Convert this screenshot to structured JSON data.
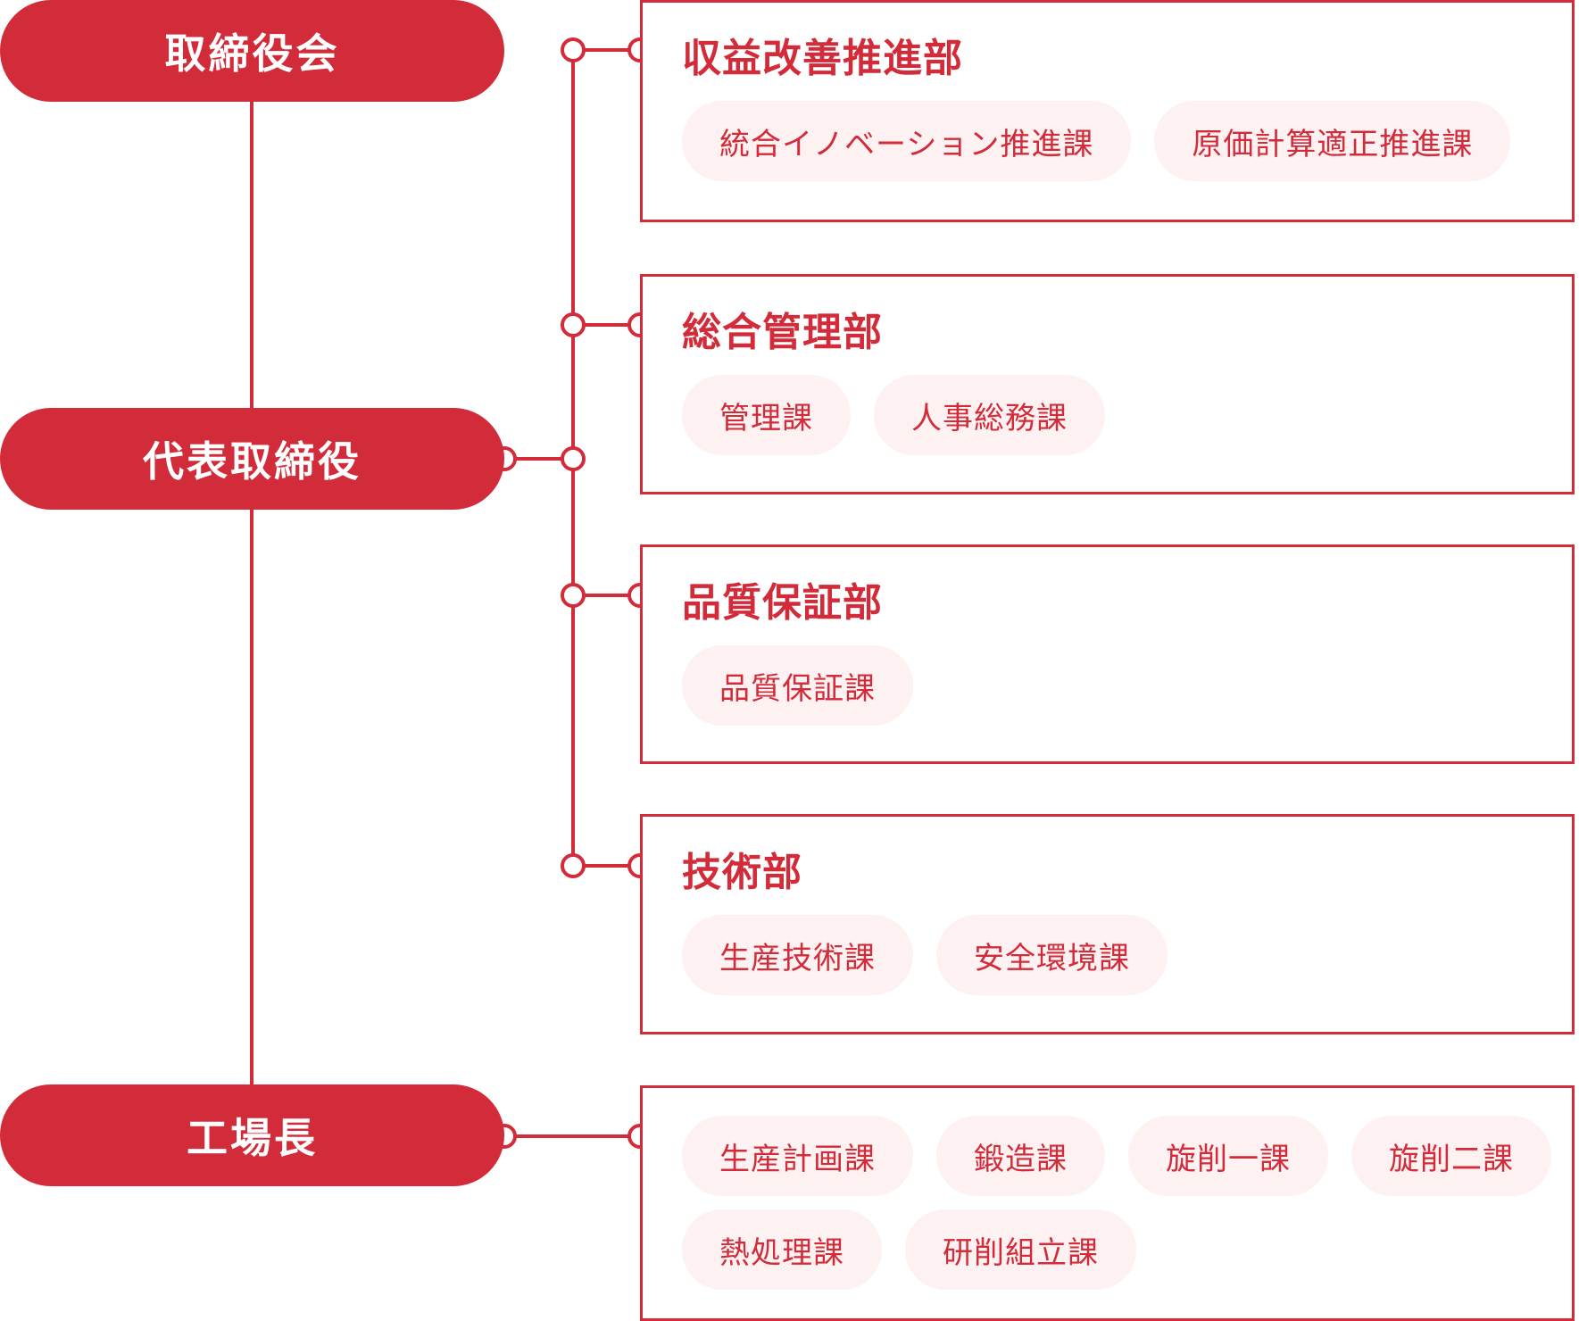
{
  "colors": {
    "accent": "#d22b39",
    "pill_bg": "#fdf1f2",
    "background": "#ffffff"
  },
  "executives": {
    "board": "取締役会",
    "president": "代表取締役",
    "plant_manager": "工場長"
  },
  "departments": [
    {
      "name": "収益改善推進部",
      "sections": [
        "統合イノベーション推進課",
        "原価計算適正推進課"
      ]
    },
    {
      "name": "総合管理部",
      "sections": [
        "管理課",
        "人事総務課"
      ]
    },
    {
      "name": "品質保証部",
      "sections": [
        "品質保証課"
      ]
    },
    {
      "name": "技術部",
      "sections": [
        "生産技術課",
        "安全環境課"
      ]
    }
  ],
  "plant": {
    "rows": [
      [
        "生産計画課",
        "鍛造課",
        "旋削一課",
        "旋削二課"
      ],
      [
        "熱処理課",
        "研削組立課"
      ]
    ]
  }
}
